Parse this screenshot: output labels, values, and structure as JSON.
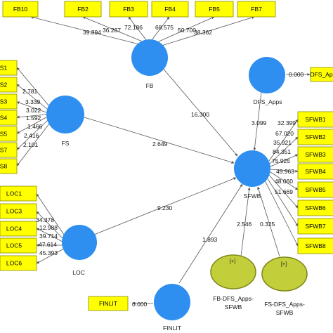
{
  "latent": {
    "fb": "FB",
    "fs": "FS",
    "loc": "LOC",
    "finlit": "FINLIT",
    "sfwb": "SFWB",
    "dfs_apps": "DFS_Apps"
  },
  "moderators": {
    "fb_dfs": {
      "plus": "[+]",
      "line1": "FB-DFS_Apps-",
      "line2": "SFWB"
    },
    "fs_dfs": {
      "plus": "[+]",
      "line1": "FS-DFS_Apps-",
      "line2": "SFWB"
    }
  },
  "indicators": {
    "fb": [
      {
        "label": "FB10",
        "loading": "39.894"
      },
      {
        "label": "FB2",
        "loading": "36.267"
      },
      {
        "label": "FB3",
        "loading": "72.186"
      },
      {
        "label": "FB4",
        "loading": "68.575"
      },
      {
        "label": "FB5",
        "loading": "50.700"
      },
      {
        "label": "FB7",
        "loading": "38.362"
      }
    ],
    "fs": [
      {
        "label": "S1",
        "loading": "2.781"
      },
      {
        "label": "S2",
        "loading": "3.339"
      },
      {
        "label": "S3",
        "loading": "3.022"
      },
      {
        "label": "S4",
        "loading": "1.592"
      },
      {
        "label": "S5",
        "loading": "1.466"
      },
      {
        "label": "S7",
        "loading": "2.416"
      },
      {
        "label": "S8",
        "loading": "2.101"
      }
    ],
    "loc": [
      {
        "label": "LOC1",
        "loading": "34.378"
      },
      {
        "label": "LOC3",
        "loading": "12.988"
      },
      {
        "label": "LOC4",
        "loading": "39.714"
      },
      {
        "label": "LOC5",
        "loading": "47.614"
      },
      {
        "label": "LOC6",
        "loading": "45.393"
      }
    ],
    "sfwb": [
      {
        "label": "SFWB1",
        "loading": "32.399"
      },
      {
        "label": "SFWB2",
        "loading": "67.020"
      },
      {
        "label": "SFWB3",
        "loading": "35.921"
      },
      {
        "label": "SFWB4",
        "loading": "84.351"
      },
      {
        "label": "SFWB5",
        "loading": "75.925"
      },
      {
        "label": "SFWB6",
        "loading": "49.963"
      },
      {
        "label": "SFWB7",
        "loading": "48.060"
      },
      {
        "label": "SFWB8",
        "loading": "51.669"
      }
    ],
    "finlit": {
      "label": "FINLIT",
      "loading": "0.000"
    },
    "dfs_apps": {
      "label": "DFS_Apps",
      "loading": "0.000"
    }
  },
  "paths": {
    "fb_sfwb": "16.300",
    "fs_sfwb": "2.649",
    "loc_sfwb": "9.230",
    "finlit_sfwb": "1.893",
    "dfs_sfwb": "3.099",
    "fb_dfs_sfwb": "2.546",
    "fs_dfs_sfwb": "0.325"
  },
  "colors": {
    "latent_fill": "#2e8ff0",
    "indicator_fill": "#ffff00",
    "moderator_fill": "#c3cf3a"
  }
}
